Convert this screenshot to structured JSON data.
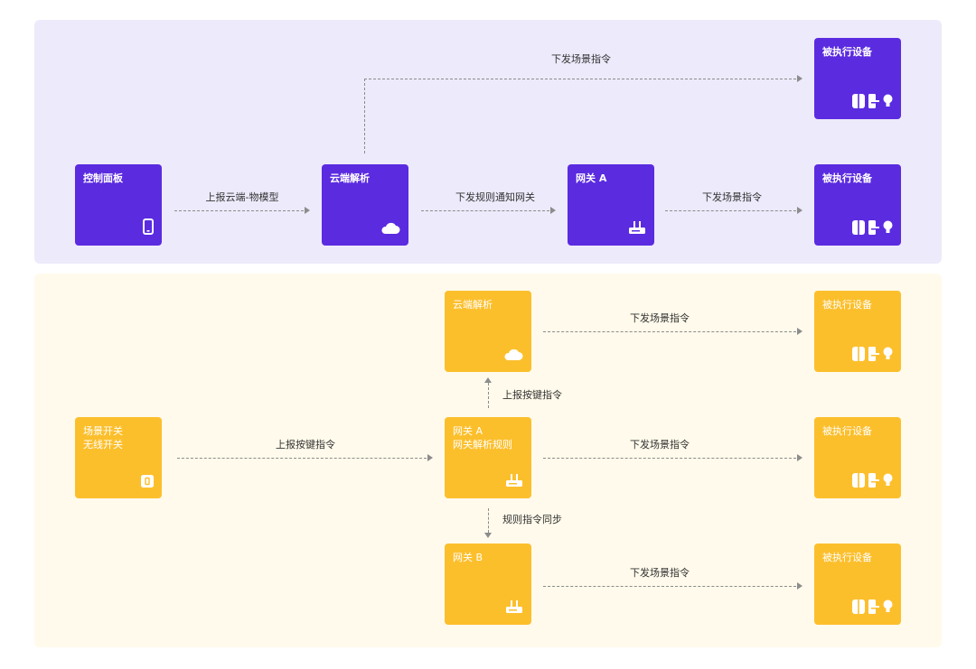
{
  "colors": {
    "purple": "#5b2be0",
    "yellow": "#fcbf2c",
    "top_bg": "#edeafb",
    "bottom_bg": "#fffaeb",
    "arrow": "#8c8c8c"
  },
  "top": {
    "control_panel": {
      "label": "控制面板",
      "icon": "phone-icon"
    },
    "cloud": {
      "label": "云端解析",
      "icon": "cloud-icon"
    },
    "gateway": {
      "label": "网关 A",
      "icon": "router-icon"
    },
    "device_top": {
      "label": "被执行设备",
      "icons": [
        "switch-icon",
        "plug-icon",
        "bulb-icon"
      ]
    },
    "device_mid": {
      "label": "被执行设备",
      "icons": [
        "switch-icon",
        "plug-icon",
        "bulb-icon"
      ]
    },
    "edges": {
      "report_model": "上报云端-物模型",
      "notify_gateway": "下发规则通知网关",
      "scene_cmd_top": "下发场景指令",
      "scene_cmd_mid": "下发场景指令"
    }
  },
  "bottom": {
    "scene_switch": {
      "line1": "场景开关",
      "line2": "无线开关",
      "icon": "wireless-switch-icon"
    },
    "cloud": {
      "label": "云端解析",
      "icon": "cloud-icon"
    },
    "gateway_a": {
      "line1": "网关 A",
      "line2": "网关解析规则",
      "icon": "router-icon"
    },
    "gateway_b": {
      "label": "网关 B",
      "icon": "router-icon"
    },
    "device_1": {
      "label": "被执行设备"
    },
    "device_2": {
      "label": "被执行设备"
    },
    "device_3": {
      "label": "被执行设备"
    },
    "edges": {
      "report_key": "上报按键指令",
      "report_key_up": "上报按键指令",
      "rule_sync": "规则指令同步",
      "scene_cmd_1": "下发场景指令",
      "scene_cmd_2": "下发场景指令",
      "scene_cmd_3": "下发场景指令"
    }
  }
}
